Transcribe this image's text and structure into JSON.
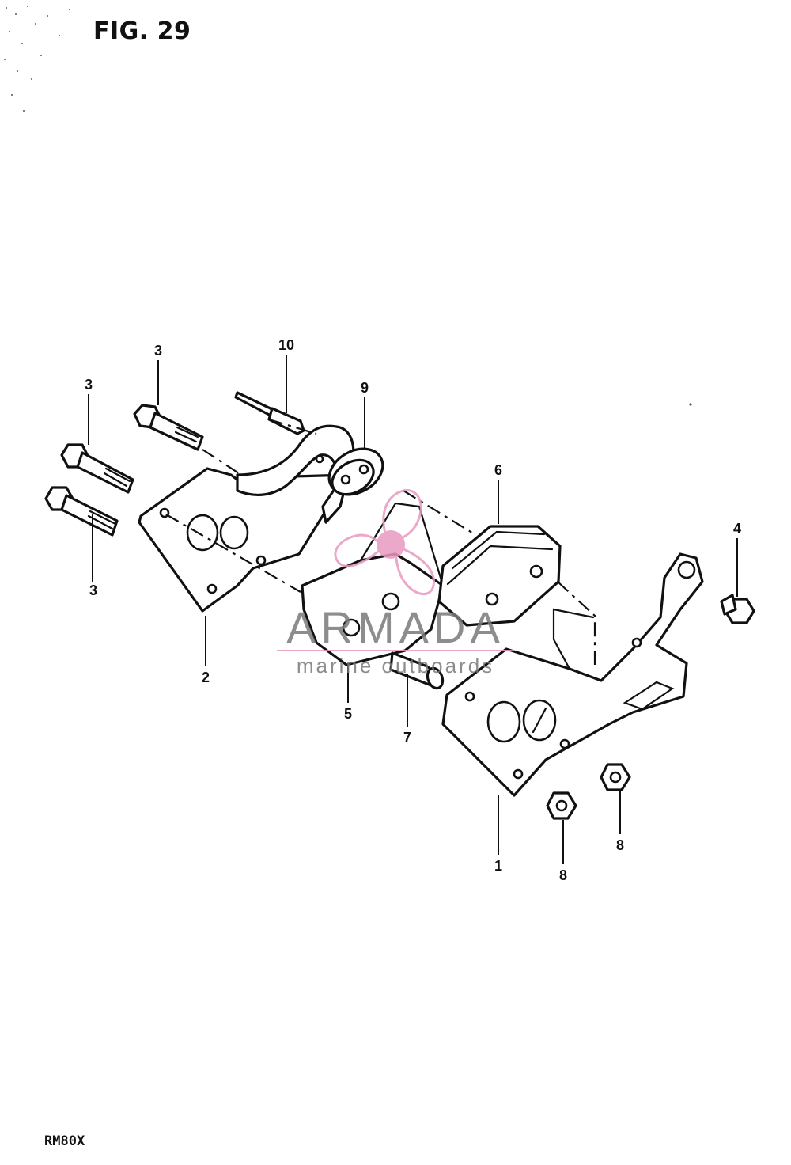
{
  "figure": {
    "title": "FIG. 29",
    "model_code": "RM80X"
  },
  "callouts": [
    {
      "id": "c1",
      "label": "1"
    },
    {
      "id": "c2",
      "label": "2"
    },
    {
      "id": "c3a",
      "label": "3"
    },
    {
      "id": "c3b",
      "label": "3"
    },
    {
      "id": "c3c",
      "label": "3"
    },
    {
      "id": "c4",
      "label": "4"
    },
    {
      "id": "c5",
      "label": "5"
    },
    {
      "id": "c6",
      "label": "6"
    },
    {
      "id": "c7",
      "label": "7"
    },
    {
      "id": "c8a",
      "label": "8"
    },
    {
      "id": "c8b",
      "label": "8"
    },
    {
      "id": "c9",
      "label": "9"
    },
    {
      "id": "c10",
      "label": "10"
    }
  ],
  "watermark": {
    "brand": "ARMADA",
    "tagline": "marine outboards",
    "logo_color": "#e89ac0",
    "text_color": "#7a7a7a"
  },
  "colors": {
    "line": "#111111",
    "background": "#ffffff"
  }
}
